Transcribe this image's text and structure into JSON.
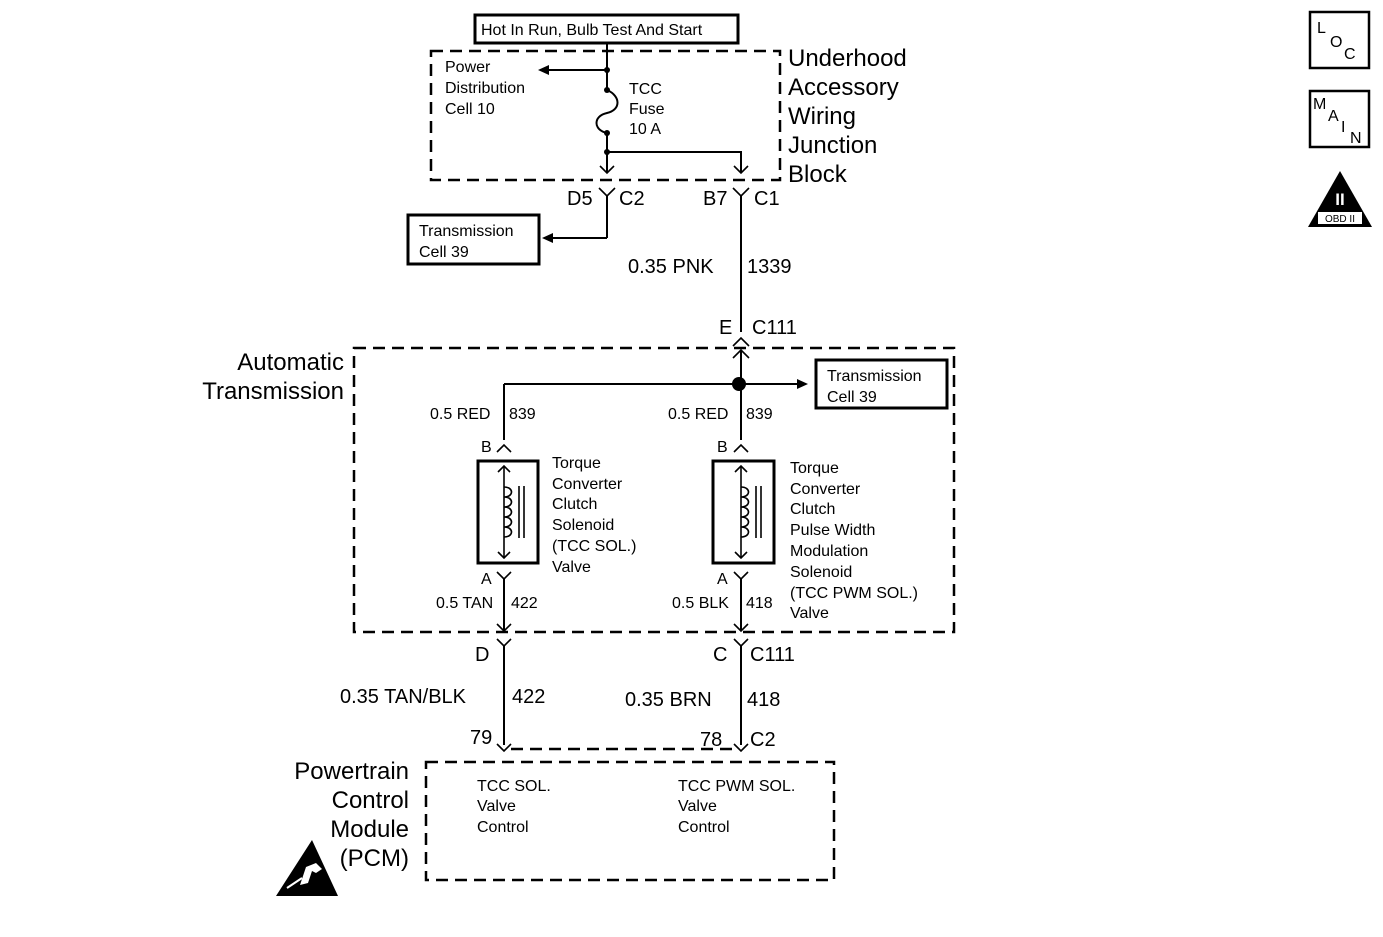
{
  "power_source": "Hot In Run, Bulb Test And Start",
  "junction_block": {
    "name_lines": [
      "Underhood",
      "Accessory",
      "Wiring",
      "Junction",
      "Block"
    ],
    "power_distribution": [
      "Power",
      "Distribution",
      "Cell 10"
    ],
    "fuse": [
      "TCC",
      "Fuse",
      "10 A"
    ],
    "left_pin": "D5",
    "left_conn": "C2",
    "right_pin": "B7",
    "right_conn": "C1"
  },
  "transmission_ref_top": [
    "Transmission",
    "Cell 39"
  ],
  "transmission_ref_mid": [
    "Transmission",
    "Cell 39"
  ],
  "wire_main": {
    "gauge_color": "0.35 PNK",
    "circuit": "1339"
  },
  "conn_c111_top": {
    "pin": "E",
    "name": "C111"
  },
  "auto_trans": {
    "title_lines": [
      "Automatic",
      "Transmission"
    ],
    "left_wire_top": {
      "gauge_color": "0.5 RED",
      "circuit": "839"
    },
    "right_wire_top": {
      "gauge_color": "0.5 RED",
      "circuit": "839"
    },
    "left_pin_b": "B",
    "right_pin_b": "B",
    "left_pin_a": "A",
    "right_pin_a": "A",
    "tcc_sol_label": [
      "Torque",
      "Converter",
      "Clutch",
      "Solenoid",
      "(TCC SOL.)",
      "Valve"
    ],
    "tcc_pwm_label": [
      "Torque",
      "Converter",
      "Clutch",
      "Pulse Width",
      "Modulation",
      "Solenoid",
      "(TCC PWM SOL.)",
      "Valve"
    ],
    "left_wire_bottom": {
      "gauge_color": "0.5 TAN",
      "circuit": "422"
    },
    "right_wire_bottom": {
      "gauge_color": "0.5 BLK",
      "circuit": "418"
    }
  },
  "conn_c111_bottom": {
    "left_pin": "D",
    "right_pin": "C",
    "name": "C111"
  },
  "wire_tan_blk": {
    "gauge_color": "0.35 TAN/BLK",
    "circuit": "422"
  },
  "wire_brn": {
    "gauge_color": "0.35 BRN",
    "circuit": "418"
  },
  "pcm_conn": {
    "left_pin": "79",
    "right_pin": "78",
    "name": "C2"
  },
  "pcm": {
    "title_lines": [
      "Powertrain",
      "Control",
      "Module",
      "(PCM)"
    ],
    "tcc_sol_control": [
      "TCC SOL.",
      "Valve",
      "Control"
    ],
    "tcc_pwm_control": [
      "TCC PWM SOL.",
      "Valve",
      "Control"
    ]
  },
  "nav_icons": {
    "loc": [
      "L",
      "O",
      "C"
    ],
    "main": [
      "M",
      "A",
      "I",
      "N"
    ],
    "obd": {
      "numeral": "II",
      "label": "OBD II"
    }
  }
}
